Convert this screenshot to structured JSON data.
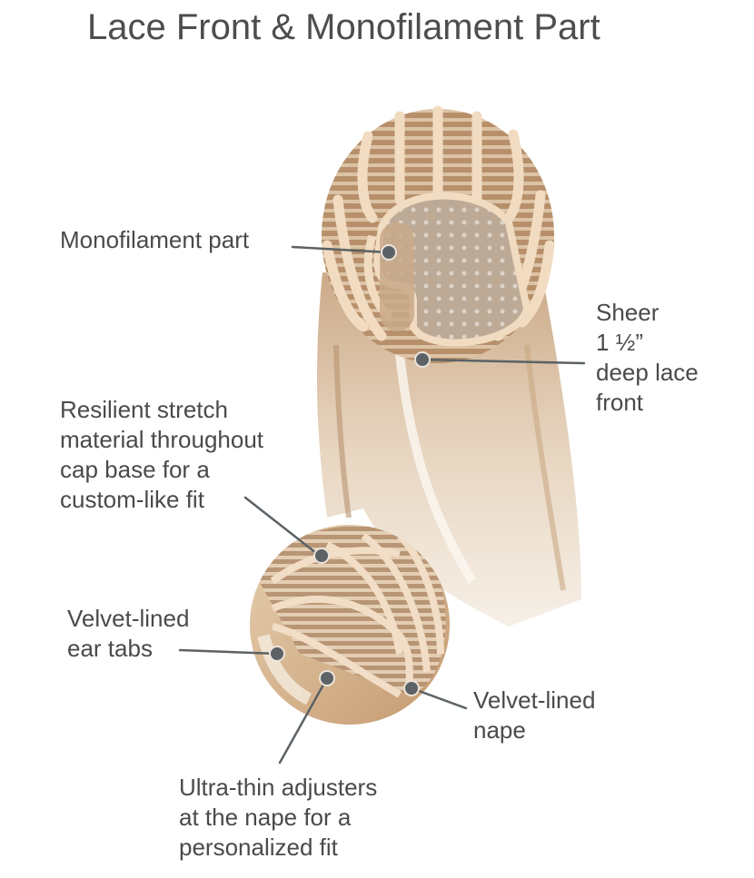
{
  "title": "Lace Front & Monofilament Part",
  "colors": {
    "text": "#4a4a4a",
    "callout_dot": "#5c6266",
    "callout_line": "#5c6266",
    "cap_band": "#f1dcc2",
    "hair_light": "#e9d6bd",
    "hair_dark": "#b08a66",
    "lace": "#cbb9a6"
  },
  "callouts": [
    {
      "id": "monofilament-part",
      "text": "Monofilament part"
    },
    {
      "id": "lace-front",
      "text": "Sheer\n1 ½”\ndeep lace\nfront"
    },
    {
      "id": "stretch-material",
      "text": "Resilient stretch\nmaterial throughout\ncap base for a\ncustom-like fit"
    },
    {
      "id": "ear-tabs",
      "text": "Velvet-lined\near tabs"
    },
    {
      "id": "nape",
      "text": "Velvet-lined\nnape"
    },
    {
      "id": "adjusters",
      "text": "Ultra-thin adjusters\nat the nape for a\npersonalized fit"
    }
  ]
}
